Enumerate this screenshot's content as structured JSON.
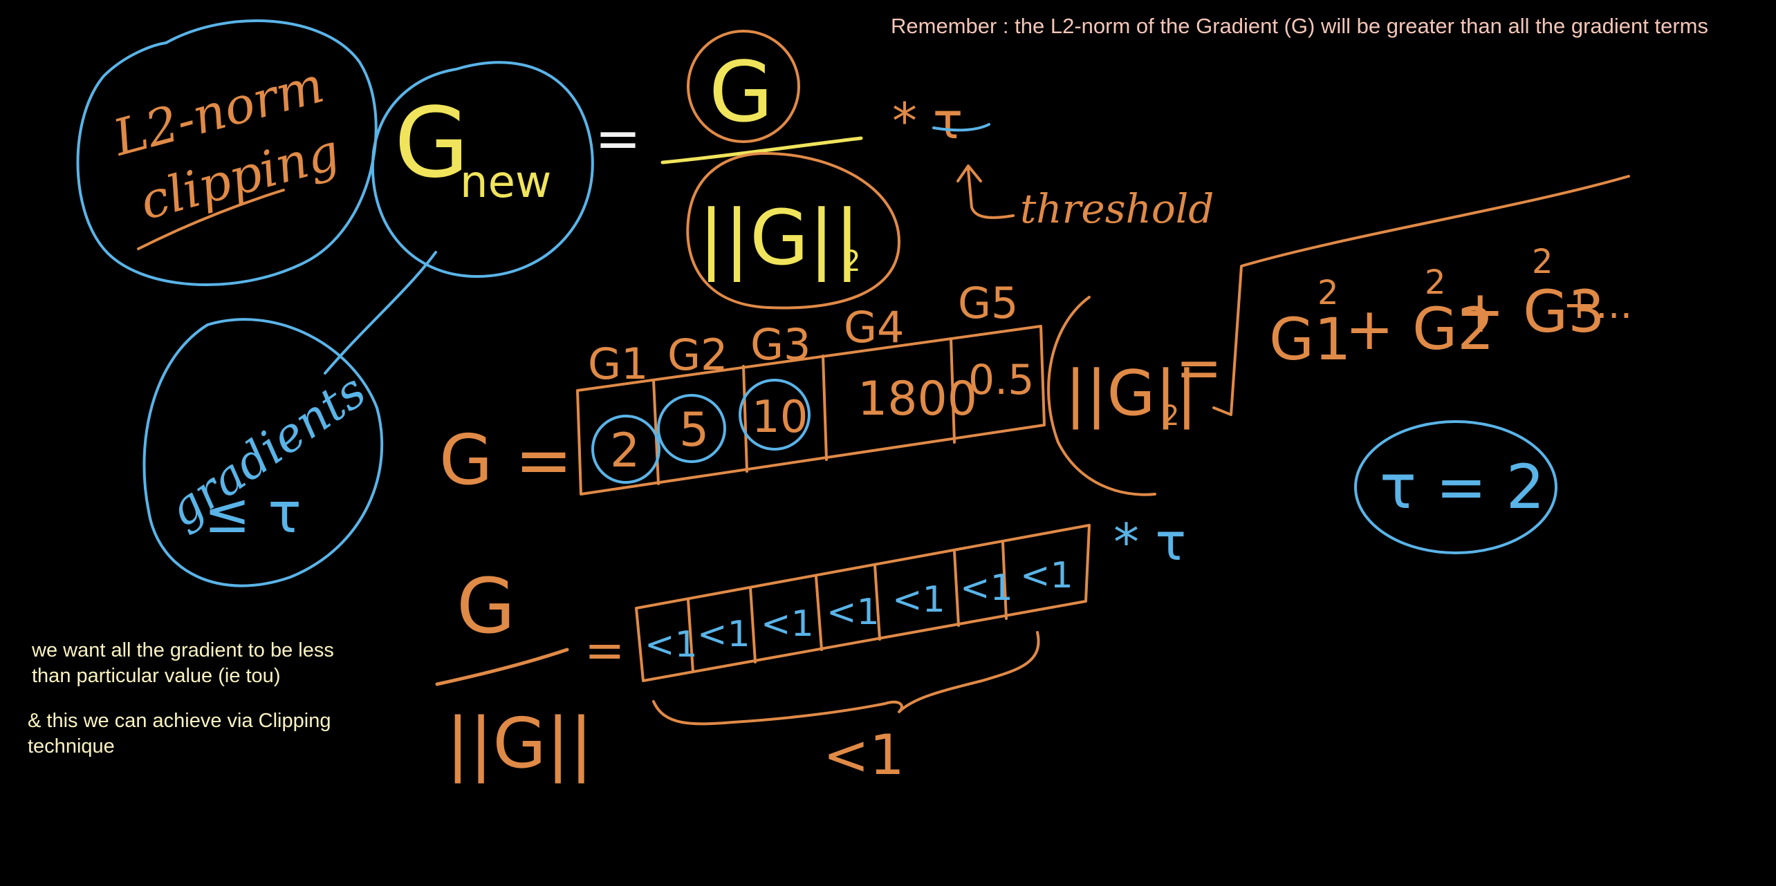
{
  "colors": {
    "background": "#000000",
    "ink_blue": "#5ab4e8",
    "ink_orange": "#e08a47",
    "ink_yellow": "#f0e45c",
    "ink_white": "#f2f2f2",
    "typed_pink": "#f5c6b8",
    "typed_cream": "#fbf3c2"
  },
  "notes": {
    "remember": "Remember : the L2-norm of the Gradient (G)  will be greater than all the gradient terms",
    "want_line1": "we want all the gradient to be less",
    "want_line2": "than particular value (ie tou)",
    "clip_line1": "& this we can achieve via Clipping",
    "clip_line2": "technique"
  },
  "handwriting": {
    "title_l2": "L2-norm",
    "title_clip": "clipping",
    "gradients_bubble": "gradients",
    "leq_tau": "≤ τ",
    "g_new_G": "G",
    "g_new_sub": "new",
    "equals": "=",
    "numerator": "G",
    "denominator": "||G||",
    "denominator_sub": "2",
    "times_tau": "* τ",
    "threshold": "threshold",
    "vector_label": "G =",
    "column_headers": [
      "G1",
      "G2",
      "G3",
      "G4",
      "G5"
    ],
    "vector_values": [
      "2",
      "5",
      "10",
      "1800",
      "0.5"
    ],
    "norm_lhs": "||G||",
    "norm_sub": "2",
    "norm_eq": "=",
    "norm_terms": [
      "G1",
      "+ G2",
      "+ G3",
      "+..."
    ],
    "power": "2",
    "tau_eq": "τ = 2",
    "ratio_num": "G",
    "ratio_den": "||G||",
    "ratio_eq": "=",
    "normalized_cells": [
      "<1",
      "<1",
      "<1",
      "<1",
      "<1",
      "<1",
      "<1"
    ],
    "ratio_times_tau": "* τ",
    "brace_label": "<1"
  }
}
